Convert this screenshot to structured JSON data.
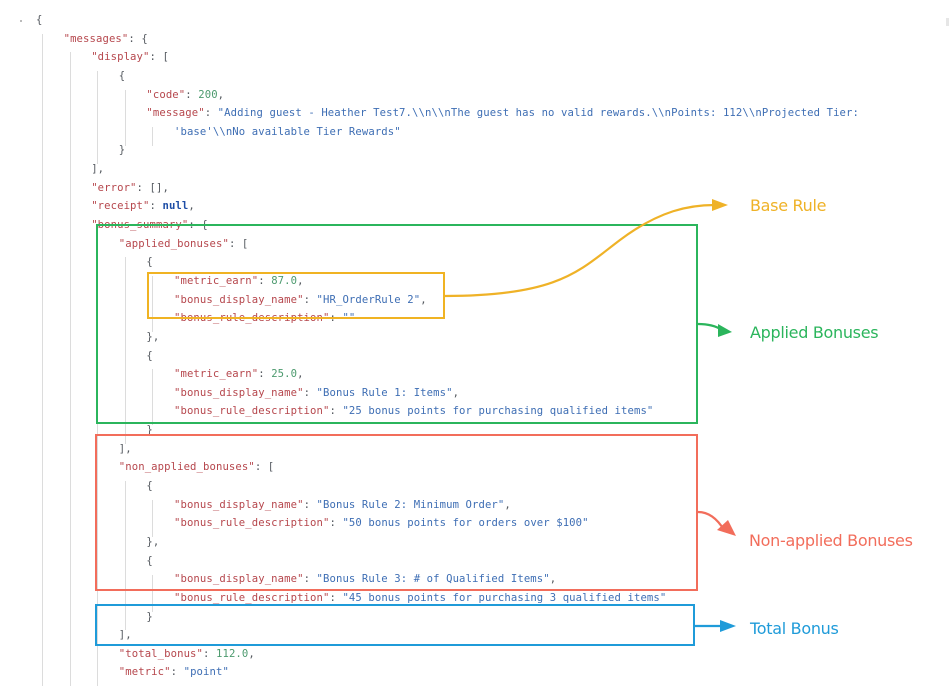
{
  "json_view": {
    "lines": [
      {
        "indent": 0,
        "tokens": [
          {
            "t": "p",
            "v": "{"
          }
        ]
      },
      {
        "indent": 1,
        "tokens": [
          {
            "t": "k",
            "v": "\"messages\""
          },
          {
            "t": "p",
            "v": ": {"
          }
        ]
      },
      {
        "indent": 2,
        "tokens": [
          {
            "t": "k",
            "v": "\"display\""
          },
          {
            "t": "p",
            "v": ": ["
          }
        ]
      },
      {
        "indent": 3,
        "tokens": [
          {
            "t": "p",
            "v": "{"
          }
        ]
      },
      {
        "indent": 4,
        "tokens": [
          {
            "t": "k",
            "v": "\"code\""
          },
          {
            "t": "p",
            "v": ": "
          },
          {
            "t": "n",
            "v": "200"
          },
          {
            "t": "p",
            "v": ","
          }
        ]
      },
      {
        "indent": 4,
        "tokens": [
          {
            "t": "k",
            "v": "\"message\""
          },
          {
            "t": "p",
            "v": ": "
          },
          {
            "t": "s",
            "v": "\"Adding guest - Heather Test7.\\\\n\\\\nThe guest has no valid rewards.\\\\nPoints: 112\\\\nProjected Tier:"
          }
        ]
      },
      {
        "indent": 5,
        "tokens": [
          {
            "t": "s",
            "v": "'base'\\\\nNo available Tier Rewards\""
          }
        ]
      },
      {
        "indent": 3,
        "tokens": [
          {
            "t": "p",
            "v": "}"
          }
        ]
      },
      {
        "indent": 2,
        "tokens": [
          {
            "t": "p",
            "v": "],"
          }
        ]
      },
      {
        "indent": 2,
        "tokens": [
          {
            "t": "k",
            "v": "\"error\""
          },
          {
            "t": "p",
            "v": ": [],"
          }
        ]
      },
      {
        "indent": 2,
        "tokens": [
          {
            "t": "k",
            "v": "\"receipt\""
          },
          {
            "t": "p",
            "v": ": "
          },
          {
            "t": "nl",
            "v": "null"
          },
          {
            "t": "p",
            "v": ","
          }
        ]
      },
      {
        "indent": 2,
        "tokens": [
          {
            "t": "k",
            "v": "\"bonus_summary\""
          },
          {
            "t": "p",
            "v": ": {"
          }
        ]
      },
      {
        "indent": 3,
        "tokens": [
          {
            "t": "k",
            "v": "\"applied_bonuses\""
          },
          {
            "t": "p",
            "v": ": ["
          }
        ]
      },
      {
        "indent": 4,
        "tokens": [
          {
            "t": "p",
            "v": "{"
          }
        ]
      },
      {
        "indent": 5,
        "tokens": [
          {
            "t": "k",
            "v": "\"metric_earn\""
          },
          {
            "t": "p",
            "v": ": "
          },
          {
            "t": "n",
            "v": "87.0"
          },
          {
            "t": "p",
            "v": ","
          }
        ]
      },
      {
        "indent": 5,
        "tokens": [
          {
            "t": "k",
            "v": "\"bonus_display_name\""
          },
          {
            "t": "p",
            "v": ": "
          },
          {
            "t": "s",
            "v": "\"HR_OrderRule 2\""
          },
          {
            "t": "p",
            "v": ","
          }
        ]
      },
      {
        "indent": 5,
        "tokens": [
          {
            "t": "k",
            "v": "\"bonus_rule_description\""
          },
          {
            "t": "p",
            "v": ": "
          },
          {
            "t": "s",
            "v": "\"\""
          }
        ]
      },
      {
        "indent": 4,
        "tokens": [
          {
            "t": "p",
            "v": "},"
          }
        ]
      },
      {
        "indent": 4,
        "tokens": [
          {
            "t": "p",
            "v": "{"
          }
        ]
      },
      {
        "indent": 5,
        "tokens": [
          {
            "t": "k",
            "v": "\"metric_earn\""
          },
          {
            "t": "p",
            "v": ": "
          },
          {
            "t": "n",
            "v": "25.0"
          },
          {
            "t": "p",
            "v": ","
          }
        ]
      },
      {
        "indent": 5,
        "tokens": [
          {
            "t": "k",
            "v": "\"bonus_display_name\""
          },
          {
            "t": "p",
            "v": ": "
          },
          {
            "t": "s",
            "v": "\"Bonus Rule 1: Items\""
          },
          {
            "t": "p",
            "v": ","
          }
        ]
      },
      {
        "indent": 5,
        "tokens": [
          {
            "t": "k",
            "v": "\"bonus_rule_description\""
          },
          {
            "t": "p",
            "v": ": "
          },
          {
            "t": "s",
            "v": "\"25 bonus points for purchasing qualified items\""
          }
        ]
      },
      {
        "indent": 4,
        "tokens": [
          {
            "t": "p",
            "v": "}"
          }
        ]
      },
      {
        "indent": 3,
        "tokens": [
          {
            "t": "p",
            "v": "],"
          }
        ]
      },
      {
        "indent": 3,
        "tokens": [
          {
            "t": "k",
            "v": "\"non_applied_bonuses\""
          },
          {
            "t": "p",
            "v": ": ["
          }
        ]
      },
      {
        "indent": 4,
        "tokens": [
          {
            "t": "p",
            "v": "{"
          }
        ]
      },
      {
        "indent": 5,
        "tokens": [
          {
            "t": "k",
            "v": "\"bonus_display_name\""
          },
          {
            "t": "p",
            "v": ": "
          },
          {
            "t": "s",
            "v": "\"Bonus Rule 2: Minimum Order\""
          },
          {
            "t": "p",
            "v": ","
          }
        ]
      },
      {
        "indent": 5,
        "tokens": [
          {
            "t": "k",
            "v": "\"bonus_rule_description\""
          },
          {
            "t": "p",
            "v": ": "
          },
          {
            "t": "s",
            "v": "\"50 bonus points for orders over $100\""
          }
        ]
      },
      {
        "indent": 4,
        "tokens": [
          {
            "t": "p",
            "v": "},"
          }
        ]
      },
      {
        "indent": 4,
        "tokens": [
          {
            "t": "p",
            "v": "{"
          }
        ]
      },
      {
        "indent": 5,
        "tokens": [
          {
            "t": "k",
            "v": "\"bonus_display_name\""
          },
          {
            "t": "p",
            "v": ": "
          },
          {
            "t": "s",
            "v": "\"Bonus Rule 3: # of Qualified Items\""
          },
          {
            "t": "p",
            "v": ","
          }
        ]
      },
      {
        "indent": 5,
        "tokens": [
          {
            "t": "k",
            "v": "\"bonus_rule_description\""
          },
          {
            "t": "p",
            "v": ": "
          },
          {
            "t": "s",
            "v": "\"45 bonus points for purchasing 3 qualified items\""
          }
        ]
      },
      {
        "indent": 4,
        "tokens": [
          {
            "t": "p",
            "v": "}"
          }
        ]
      },
      {
        "indent": 3,
        "tokens": [
          {
            "t": "p",
            "v": "],"
          }
        ]
      },
      {
        "indent": 3,
        "tokens": [
          {
            "t": "k",
            "v": "\"total_bonus\""
          },
          {
            "t": "p",
            "v": ": "
          },
          {
            "t": "n",
            "v": "112.0"
          },
          {
            "t": "p",
            "v": ","
          }
        ]
      },
      {
        "indent": 3,
        "tokens": [
          {
            "t": "k",
            "v": "\"metric\""
          },
          {
            "t": "p",
            "v": ": "
          },
          {
            "t": "s",
            "v": "\"point\""
          }
        ]
      }
    ]
  },
  "annotations": {
    "base_rule": {
      "label": "Base Rule",
      "color": "#efb227"
    },
    "applied_bonuses": {
      "label": "Applied Bonuses",
      "color": "#2bb55c"
    },
    "non_applied_bonuses": {
      "label": "Non-applied Bonuses",
      "color": "#f26d5b"
    },
    "total_bonus": {
      "label": "Total Bonus",
      "color": "#1f9bd9"
    }
  },
  "colors": {
    "key": "#b6474d",
    "string": "#3e6eb4",
    "number": "#4c9a6e",
    "null": "#1e4ea6",
    "punctuation": "#555a60"
  }
}
